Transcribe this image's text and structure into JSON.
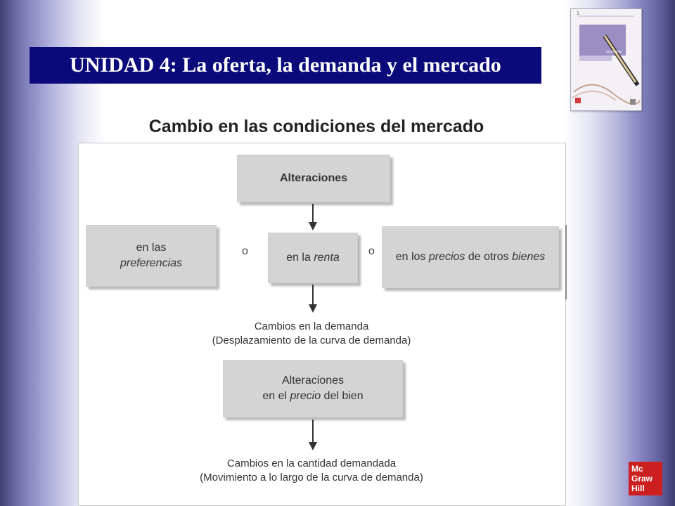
{
  "header": {
    "title": "UNIDAD 4: La oferta, la demanda y el mercado",
    "subtitle": "Cambio en las condiciones del mercado"
  },
  "diagram": {
    "top_box": "Alteraciones",
    "left_box_line1": "en las",
    "left_box_line2": "preferencias",
    "middle_box_prefix": "en la ",
    "middle_box_emph": "renta",
    "right_box_prefix": "en los ",
    "right_box_emph1": "precios",
    "right_box_mid": " de otros ",
    "right_box_emph2": "bienes",
    "separator_left": "o",
    "separator_right": "o",
    "caption1_line1": "Cambios en la demanda",
    "caption1_line2": "(Desplazamiento de la curva de demanda)",
    "box2_line1": "Alteraciones",
    "box2_prefix": "en el ",
    "box2_emph": "precio",
    "box2_suffix": " del bien",
    "caption2_line1": "Cambios en la cantidad demandada",
    "caption2_line2": "(Movimiento a lo largo de la curva de demanda)"
  },
  "book_cover": {
    "number": "1",
    "label": "economía"
  },
  "logo": {
    "line1": "Mc",
    "line2": "Graw",
    "line3": "Hill"
  },
  "colors": {
    "title_bar": "#0a0a7a",
    "box_gray": "#d4d4d4",
    "logo_red": "#cc1f1f"
  }
}
